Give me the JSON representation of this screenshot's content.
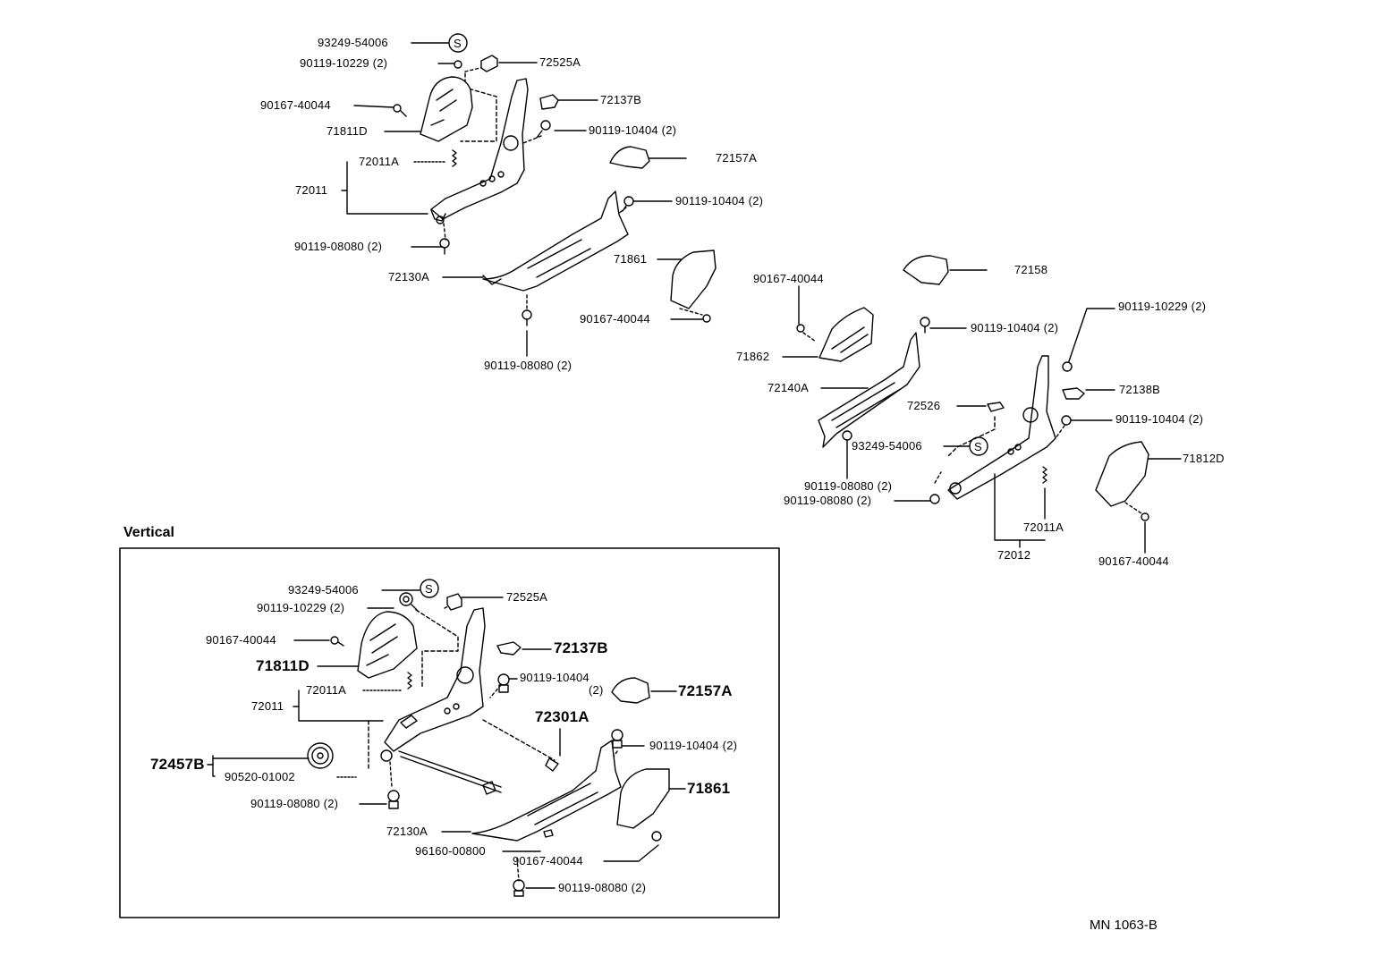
{
  "diagram": {
    "section_vertical_title": "Vertical",
    "figure_code": "MN 1063-B",
    "upper_left": [
      {
        "id": "ul-93249-54006",
        "text": "93249-54006"
      },
      {
        "id": "ul-90119-10229",
        "text": "90119-10229 (2)"
      },
      {
        "id": "ul-72525A",
        "text": "72525A"
      },
      {
        "id": "ul-90167-40044-a",
        "text": "90167-40044"
      },
      {
        "id": "ul-72137B",
        "text": "72137B"
      },
      {
        "id": "ul-71811D",
        "text": "71811D"
      },
      {
        "id": "ul-90119-10404-a",
        "text": "90119-10404 (2)"
      },
      {
        "id": "ul-72011A",
        "text": "72011A"
      },
      {
        "id": "ul-72157A",
        "text": "72157A"
      },
      {
        "id": "ul-72011",
        "text": "72011"
      },
      {
        "id": "ul-90119-10404-b",
        "text": "90119-10404 (2)"
      },
      {
        "id": "ul-90119-08080-a",
        "text": "90119-08080 (2)"
      },
      {
        "id": "ul-71861",
        "text": "71861"
      },
      {
        "id": "ul-72130A",
        "text": "72130A"
      },
      {
        "id": "ul-90167-40044-b",
        "text": "90167-40044"
      },
      {
        "id": "ul-90119-08080-b",
        "text": "90119-08080 (2)"
      }
    ],
    "right": [
      {
        "id": "r-72158",
        "text": "72158"
      },
      {
        "id": "r-90167-40044-a",
        "text": "90167-40044"
      },
      {
        "id": "r-90119-10229",
        "text": "90119-10229 (2)"
      },
      {
        "id": "r-90119-10404-a",
        "text": "90119-10404 (2)"
      },
      {
        "id": "r-71862",
        "text": "71862"
      },
      {
        "id": "r-72140A",
        "text": "72140A"
      },
      {
        "id": "r-72138B",
        "text": "72138B"
      },
      {
        "id": "r-72526",
        "text": "72526"
      },
      {
        "id": "r-90119-10404-b",
        "text": "90119-10404 (2)"
      },
      {
        "id": "r-93249-54006",
        "text": "93249-54006"
      },
      {
        "id": "r-71812D",
        "text": "71812D"
      },
      {
        "id": "r-90119-08080-a",
        "text": "90119-08080 (2)"
      },
      {
        "id": "r-90119-08080-b",
        "text": "90119-08080 (2)"
      },
      {
        "id": "r-72011A",
        "text": "72011A"
      },
      {
        "id": "r-72012",
        "text": "72012"
      },
      {
        "id": "r-90167-40044-b",
        "text": "90167-40044"
      }
    ],
    "vertical": [
      {
        "id": "v-93249-54006",
        "text": "93249-54006"
      },
      {
        "id": "v-72525A",
        "text": "72525A"
      },
      {
        "id": "v-90119-10229",
        "text": "90119-10229 (2)"
      },
      {
        "id": "v-90167-40044-a",
        "text": "90167-40044"
      },
      {
        "id": "v-72137B",
        "text": "72137B"
      },
      {
        "id": "v-71811D",
        "text": "71811D"
      },
      {
        "id": "v-90119-10404-a",
        "text": "90119-10404"
      },
      {
        "id": "v-90119-10404-a2",
        "text": "(2)"
      },
      {
        "id": "v-72157A",
        "text": "72157A"
      },
      {
        "id": "v-72011A",
        "text": "72011A"
      },
      {
        "id": "v-72011",
        "text": "72011"
      },
      {
        "id": "v-72301A",
        "text": "72301A"
      },
      {
        "id": "v-90119-10404-b",
        "text": "90119-10404 (2)"
      },
      {
        "id": "v-72457B",
        "text": "72457B"
      },
      {
        "id": "v-90520-01002",
        "text": "90520-01002"
      },
      {
        "id": "v-71861",
        "text": "71861"
      },
      {
        "id": "v-90119-08080-a",
        "text": "90119-08080 (2)"
      },
      {
        "id": "v-72130A",
        "text": "72130A"
      },
      {
        "id": "v-96160-00800",
        "text": "96160-00800"
      },
      {
        "id": "v-90167-40044-b",
        "text": "90167-40044"
      },
      {
        "id": "v-90119-08080-b",
        "text": "90119-08080 (2)"
      }
    ],
    "marker_S": "S"
  }
}
